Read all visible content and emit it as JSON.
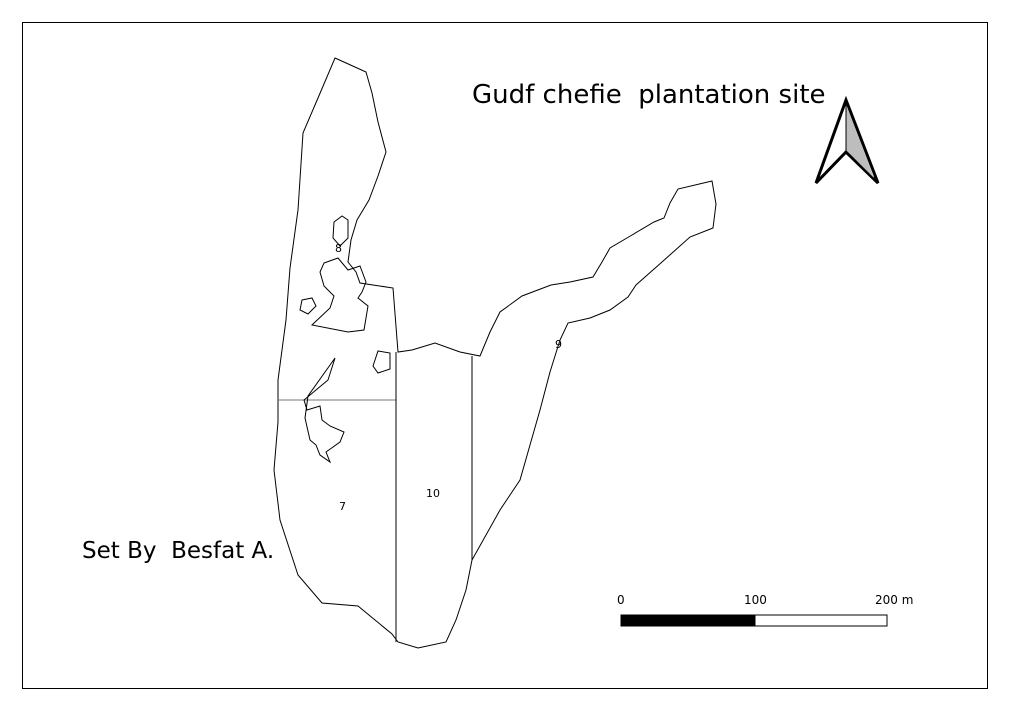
{
  "map": {
    "title": "Gudf chefie  plantation site",
    "credit": "Set By  Besfat A.",
    "plots": [
      {
        "id": "7",
        "label": "7"
      },
      {
        "id": "8",
        "label": "8"
      },
      {
        "id": "9",
        "label": "9"
      },
      {
        "id": "10",
        "label": "10"
      }
    ],
    "north_arrow": {
      "icon": "north-arrow-icon"
    },
    "scale_bar": {
      "labels": [
        "0",
        "100",
        "200 m"
      ],
      "segments": [
        {
          "fill": "#000000"
        },
        {
          "fill": "#ffffff"
        }
      ]
    },
    "colors": {
      "line": "#000000",
      "background": "#ffffff",
      "arrow_fill": "#bdbdbd"
    }
  }
}
